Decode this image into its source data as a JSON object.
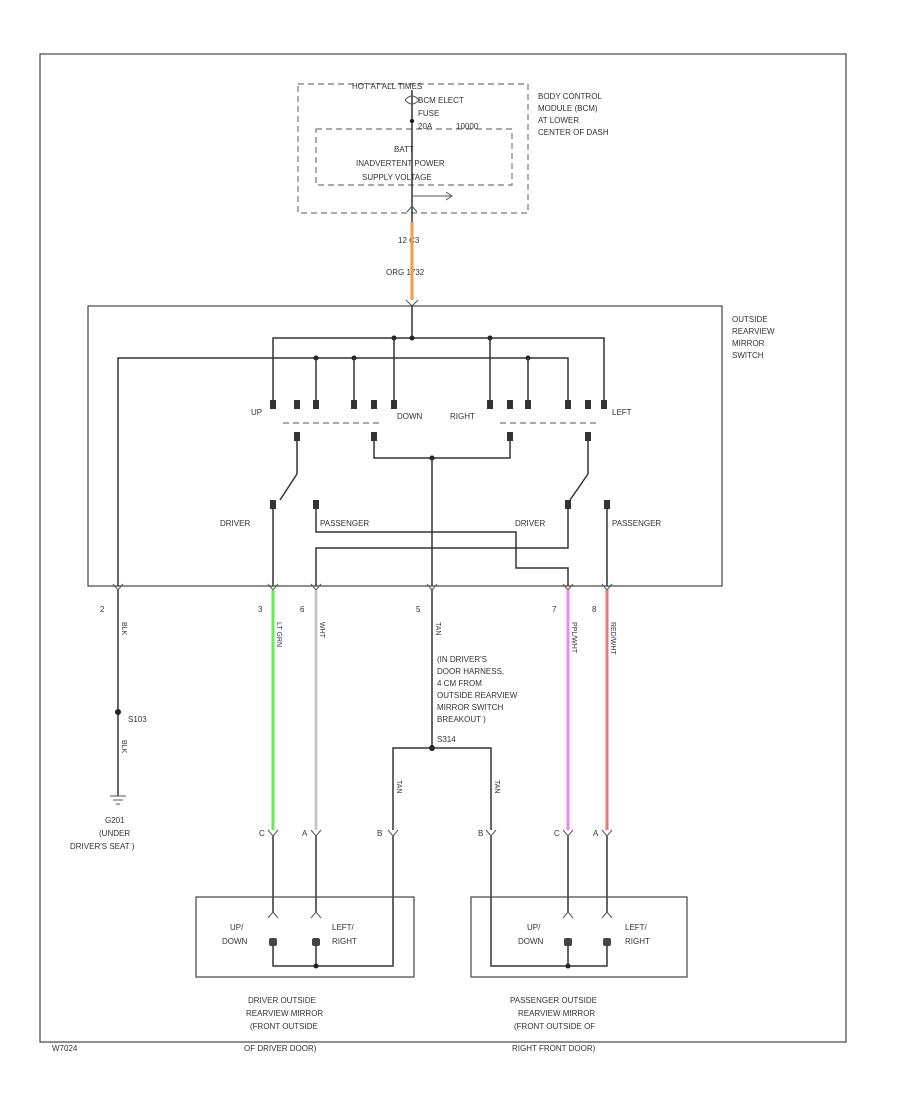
{
  "module": {
    "header": "HOT AT ALL TIMES",
    "fuse_lines": [
      "BCM ELECT",
      "FUSE",
      "20A"
    ],
    "fuse_note": "10000",
    "inner_lines": [
      "BATT",
      "INADVERTENT POWER",
      "SUPPLY VOLTAGE"
    ],
    "location_lines": [
      "BODY CONTROL",
      "MODULE (BCM)",
      "AT LOWER",
      "CENTER OF DASH"
    ],
    "pin": "12  C3",
    "wire": "ORG  1732"
  },
  "switch": {
    "name_lines": [
      "OUTSIDE",
      "REARVIEW",
      "MIRROR",
      "SWITCH"
    ],
    "labels": {
      "up": "UP",
      "down": "DOWN",
      "right": "RIGHT",
      "left": "LEFT",
      "driver_left": "DRIVER",
      "passenger_left": "PASSENGER",
      "driver_right": "DRIVER",
      "passenger_right": "PASSENGER"
    },
    "pins": [
      "2",
      "3",
      "6",
      "5",
      "7",
      "8"
    ]
  },
  "wires": {
    "w2": "BLK",
    "w3": "LT GRN",
    "w6": "WHT",
    "w5": "TAN",
    "w7": "PPL/WHT",
    "w8": "RED/WHT"
  },
  "ground": {
    "splice": "S103",
    "wire": "BLK",
    "lines": [
      "G201",
      "(UNDER",
      "DRIVER'S SEAT )"
    ]
  },
  "splice_note": [
    "(IN DRIVER'S",
    "DOOR HARNESS,",
    "4 CM FROM",
    "OUTSIDE REARVIEW",
    "MIRROR SWITCH",
    "BREAKOUT )",
    "S314"
  ],
  "branch_wires": {
    "left": "TAN",
    "right": "TAN"
  },
  "connectors": {
    "driver": [
      "C",
      "A",
      "B"
    ],
    "passenger": [
      "B",
      "C",
      "A"
    ]
  },
  "motor_labels": {
    "up_down": [
      "UP/",
      "DOWN"
    ],
    "left_right": [
      "LEFT/",
      "RIGHT"
    ]
  },
  "mirrors": {
    "driver": [
      "DRIVER OUTSIDE",
      "REARVIEW MIRROR",
      "(FRONT OUTSIDE",
      "OF DRIVER DOOR)"
    ],
    "passenger": [
      "PASSENGER OUTSIDE",
      "REARVIEW MIRROR",
      "(FRONT OUTSIDE OF",
      "RIGHT FRONT DOOR)"
    ]
  },
  "footer_code": "W7024",
  "colors": {
    "orange": "#f0a050",
    "green": "#66ee55",
    "white_wire": "#c8c8c8",
    "purple": "#ee88ee",
    "red": "#ee7777"
  }
}
